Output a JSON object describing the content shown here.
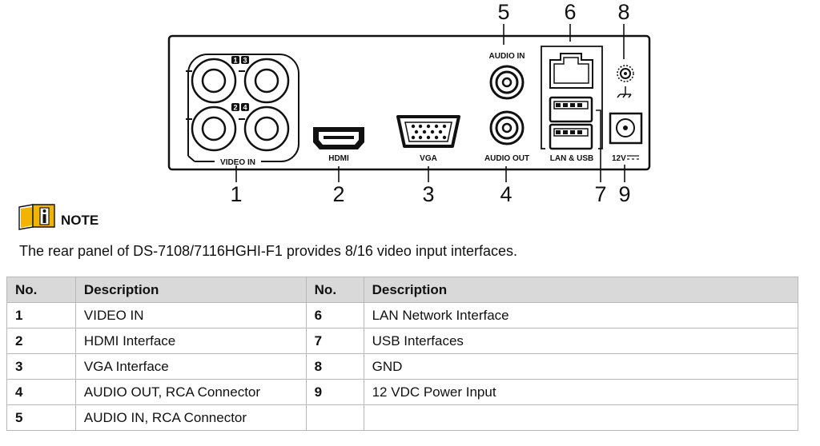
{
  "callouts": [
    "1",
    "2",
    "3",
    "4",
    "5",
    "6",
    "7",
    "8",
    "9"
  ],
  "port_labels": {
    "video_in": "VIDEO IN",
    "hdmi": "HDMI",
    "vga": "VGA",
    "audio_in": "AUDIO IN",
    "audio_out": "AUDIO OUT",
    "lan_usb": "LAN & USB",
    "power": "12V",
    "bnc_channels_top": [
      "1",
      "3"
    ],
    "bnc_channels_bottom": [
      "2",
      "4"
    ]
  },
  "note": {
    "label": "NOTE",
    "text": "The rear panel of DS-7108/7116HGHI-F1 provides 8/16 video input interfaces."
  },
  "table": {
    "headers": [
      "No.",
      "Description",
      "No.",
      "Description"
    ],
    "rows": [
      [
        "1",
        "VIDEO IN",
        "6",
        "LAN Network Interface"
      ],
      [
        "2",
        "HDMI Interface",
        "7",
        "USB Interfaces"
      ],
      [
        "3",
        "VGA Interface",
        "8",
        "GND"
      ],
      [
        "4",
        "AUDIO OUT, RCA Connector",
        "9",
        "12 VDC Power Input"
      ],
      [
        "5",
        "AUDIO IN, RCA Connector",
        "",
        ""
      ]
    ]
  }
}
